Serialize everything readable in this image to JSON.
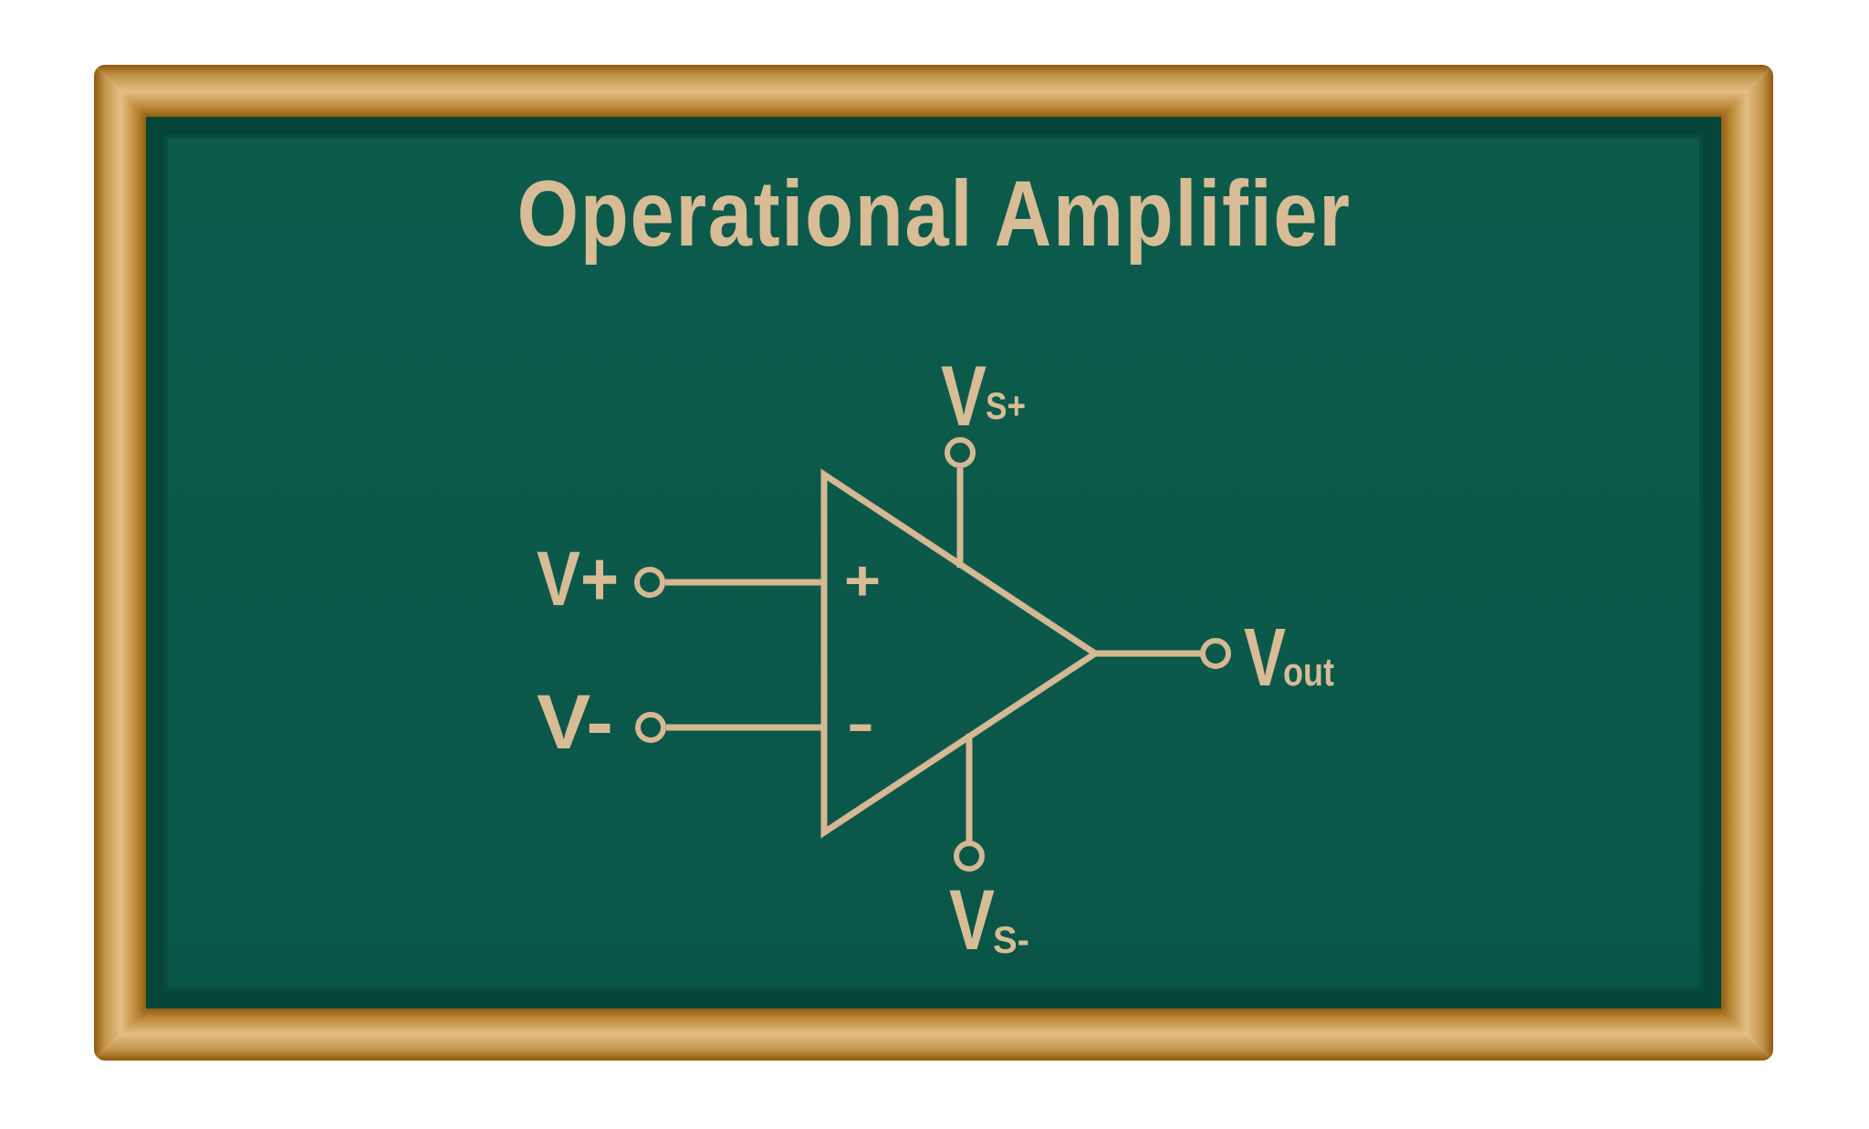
{
  "title": "Operational Amplifier",
  "colors": {
    "background": "#ffffff",
    "frame_wood_dark": "#8e5a0e",
    "frame_wood_light": "#e4be88",
    "board_green": "#0b584a",
    "board_inner_border_green": "#06463a",
    "chalk": "#d8bc96"
  },
  "diagram": {
    "inputs": {
      "noninverting": {
        "label": "V+",
        "sign": "+"
      },
      "inverting": {
        "label": "V-",
        "sign": "-"
      }
    },
    "power_supply": {
      "positive": {
        "base": "V",
        "subscript": "S+"
      },
      "negative": {
        "base": "V",
        "subscript": "S-"
      }
    },
    "output": {
      "base": "V",
      "subscript": "out"
    }
  }
}
